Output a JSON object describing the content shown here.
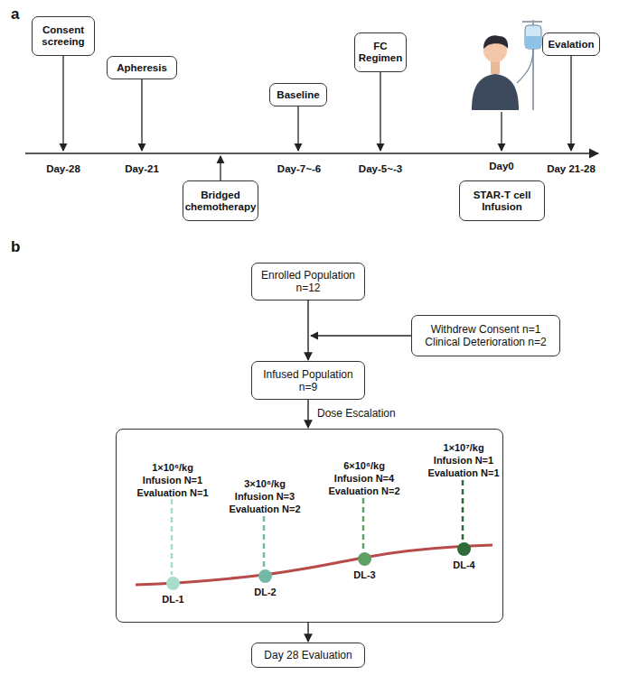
{
  "diagram": {
    "nodes": [
      {
        "text": [
          "Consent screeing"
        ]
      },
      {
        "text": [
          "Apheresis"
        ]
      },
      {
        "text": [
          "Bridged chemotherapy"
        ]
      },
      {
        "text": [
          "Baseline"
        ]
      },
      {
        "text": [
          "FC Regimen"
        ]
      },
      {
        "text": [
          "STAR-T cell Infusion"
        ]
      },
      {
        "text": [
          "Evalation"
        ]
      },
      {
        "text": [
          "Enrolled Population n=12"
        ]
      },
      {
        "text": [
          "Withdrew Consent n=1",
          "Clinical Deterioration n=2"
        ]
      },
      {
        "text": [
          "Infused Population n=9"
        ]
      },
      {
        "text": [
          "1×10⁶/kg",
          "Infusion N=1",
          "Evaluation N=1",
          "3×10⁶/kg",
          "Infusion N=3",
          "Evaluation N=2",
          "6×10⁶/kg",
          "Infusion N=4",
          "Evaluation N=2",
          "1×10⁷/kg",
          "Infusion N=1",
          "Evaluation N=1"
        ]
      },
      {
        "text": [
          "DL-1"
        ],
        "in": 10
      },
      {
        "text": [
          "DL-2"
        ],
        "in": 10
      },
      {
        "text": [
          "DL-3"
        ],
        "in": 10
      },
      {
        "text": [
          "DL-4"
        ],
        "in": 10
      },
      {
        "text": [
          "Day 28 Evaluation"
        ]
      }
    ],
    "edges": [
      {
        "from": 7,
        "to": 9,
        "arrow": "to"
      },
      {
        "from": 9,
        "to": 10,
        "label": "Dose Escalation",
        "arrow": "to"
      },
      {
        "from": 10,
        "to": 15,
        "arrow": "to"
      }
    ],
    "labels": [
      "a",
      "Day-28",
      "Day-21",
      "Day-7~-6",
      "Day-5~-3",
      "Day0",
      "Day 21-28",
      "b"
    ]
  }
}
